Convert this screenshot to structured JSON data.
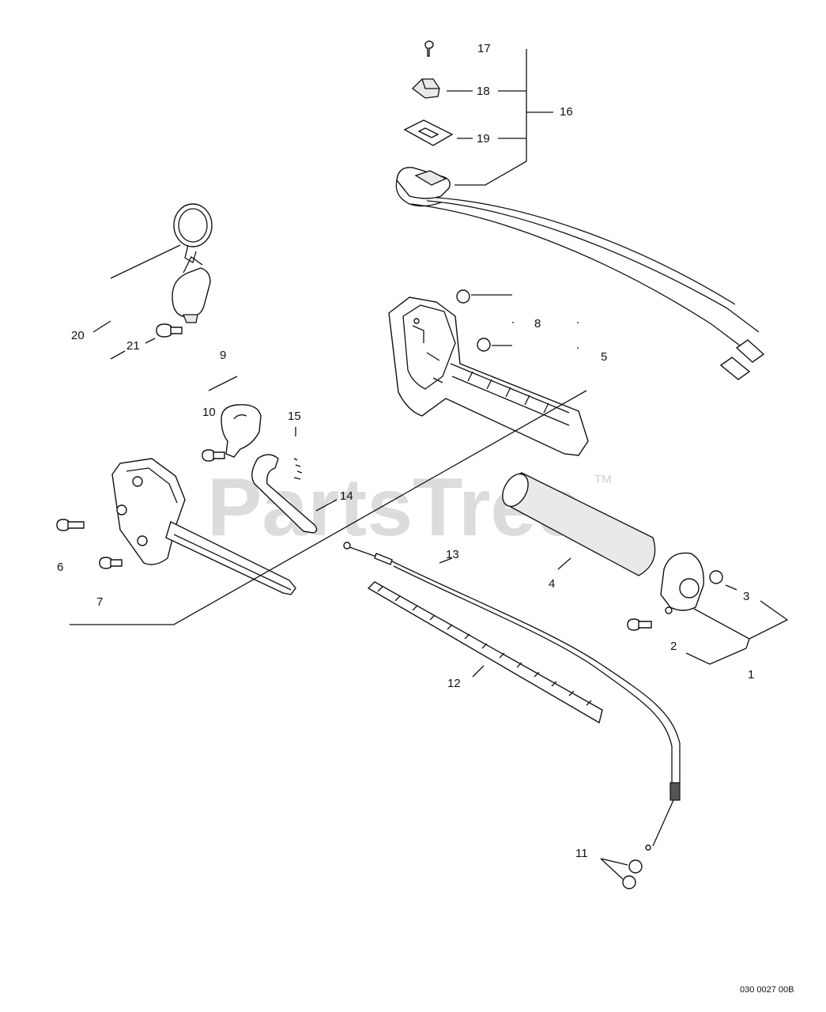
{
  "labels": {
    "p1": "1",
    "p2": "2",
    "p3": "3",
    "p4": "4",
    "p5": "5",
    "p6": "6",
    "p7": "7",
    "p8": "8",
    "p9": "9",
    "p10": "10",
    "p11": "11",
    "p12": "12",
    "p13": "13",
    "p14": "14",
    "p15": "15",
    "p16": "16",
    "p17": "17",
    "p18": "18",
    "p19": "19",
    "p20": "20",
    "p21": "21"
  },
  "watermark": {
    "text": "PartsTree",
    "tm": "TM",
    "color": "#dcdcdc"
  },
  "drawing_code": "030 0027 00B",
  "colors": {
    "line": "#111111",
    "background": "#ffffff"
  }
}
